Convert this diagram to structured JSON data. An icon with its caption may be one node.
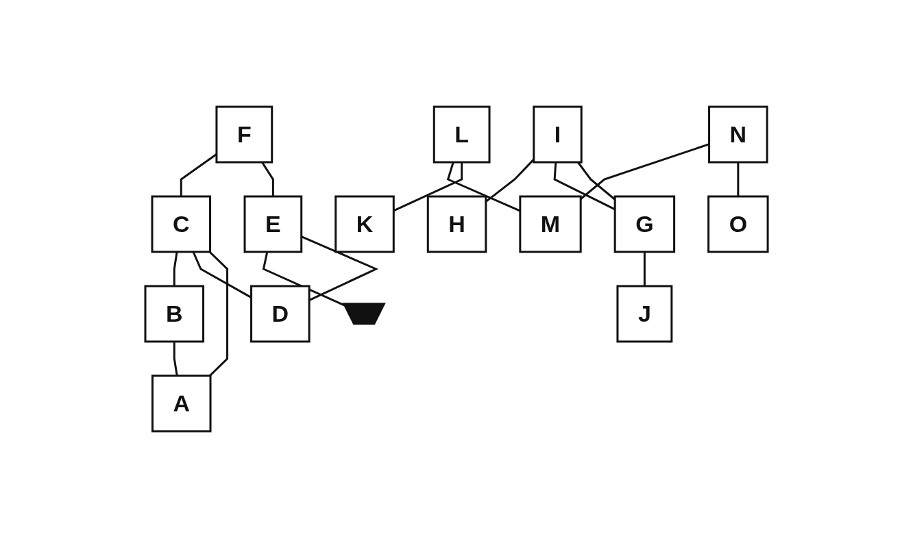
{
  "diagram": {
    "nodes": [
      {
        "text": [
          "L"
        ]
      },
      {
        "text": [
          "K"
        ]
      },
      {
        "text": [
          "N"
        ]
      },
      {
        "text": [
          "E"
        ]
      },
      {
        "text": [],
        "shape": "ground"
      },
      {
        "text": [
          "G"
        ]
      },
      {
        "text": [
          "I"
        ]
      },
      {
        "text": [
          "F"
        ]
      },
      {
        "text": [
          "C"
        ]
      },
      {
        "text": [
          "B"
        ]
      },
      {
        "text": [
          "D"
        ]
      },
      {
        "text": [
          "M"
        ]
      },
      {
        "text": [
          "O"
        ]
      },
      {
        "text": [
          "H"
        ]
      },
      {
        "text": [
          "J"
        ]
      },
      {
        "text": [
          "A"
        ]
      }
    ],
    "edges": [
      {
        "from": 3,
        "to": 4,
        "arrow": "none"
      },
      {
        "from": 0,
        "to": 11,
        "arrow": "none"
      },
      {
        "from": 2,
        "to": 11,
        "arrow": "none"
      },
      {
        "from": 0,
        "to": 1,
        "arrow": "none"
      },
      {
        "from": 2,
        "to": 12,
        "arrow": "none"
      },
      {
        "from": 6,
        "to": 13,
        "arrow": "none"
      },
      {
        "from": 6,
        "to": 5,
        "arrow": "none"
      },
      {
        "from": 6,
        "to": 5,
        "arrow": "none"
      },
      {
        "from": 5,
        "to": 14,
        "arrow": "none"
      },
      {
        "from": 7,
        "to": 8,
        "arrow": "none"
      },
      {
        "from": 7,
        "to": 3,
        "arrow": "none"
      },
      {
        "from": 3,
        "to": 10,
        "arrow": "none"
      },
      {
        "from": 8,
        "to": 9,
        "arrow": "none"
      },
      {
        "from": 8,
        "to": 10,
        "arrow": "none"
      },
      {
        "from": 8,
        "to": 15,
        "arrow": "none"
      },
      {
        "from": 9,
        "to": 15,
        "arrow": "none"
      }
    ]
  }
}
